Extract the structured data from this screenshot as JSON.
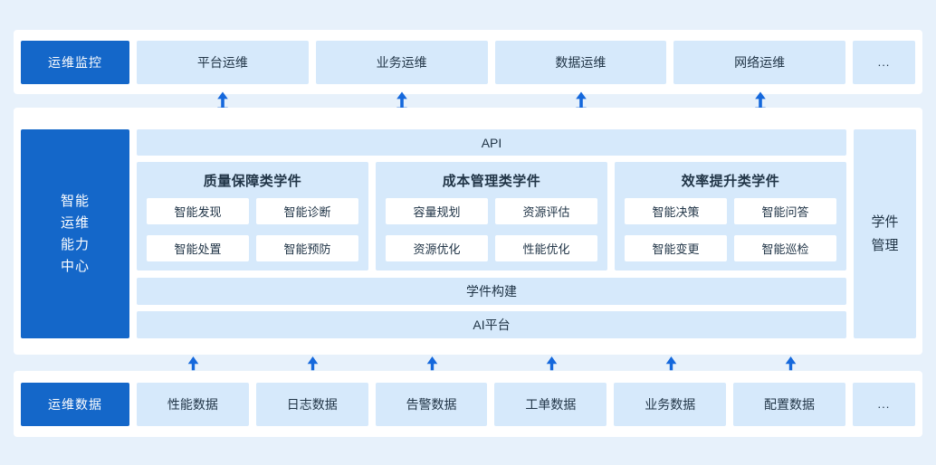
{
  "colors": {
    "page_bg": "#E7F1FB",
    "panel_bg": "#FFFFFF",
    "primary_blue": "#1467C9",
    "light_blue": "#D6E9FB",
    "arrow_blue": "#1568DC",
    "dark_text": "#213547"
  },
  "monitor_layer": {
    "label": "运维监控",
    "items": [
      "平台运维",
      "业务运维",
      "数据运维",
      "网络运维"
    ],
    "more": "..."
  },
  "center_layer": {
    "label_lines": [
      "智能",
      "运维",
      "能力",
      "中心"
    ],
    "api_bar": "API",
    "groups": [
      {
        "title": "质量保障类学件",
        "items": [
          "智能发现",
          "智能诊断",
          "智能处置",
          "智能预防"
        ]
      },
      {
        "title": "成本管理类学件",
        "items": [
          "容量规划",
          "资源评估",
          "资源优化",
          "性能优化"
        ]
      },
      {
        "title": "效率提升类学件",
        "items": [
          "智能决策",
          "智能问答",
          "智能变更",
          "智能巡检"
        ]
      }
    ],
    "build_bar": "学件构建",
    "ai_bar": "AI平台",
    "manage_label_lines": [
      "学件",
      "管理"
    ]
  },
  "data_layer": {
    "label": "运维数据",
    "items": [
      "性能数据",
      "日志数据",
      "告警数据",
      "工单数据",
      "业务数据",
      "配置数据"
    ],
    "more": "..."
  }
}
